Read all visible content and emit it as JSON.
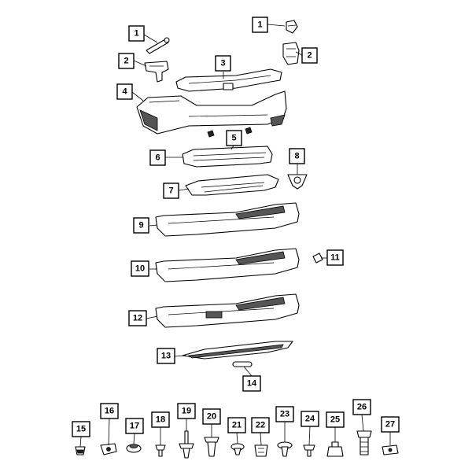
{
  "callouts": [
    {
      "id": "c1a",
      "label": "1"
    },
    {
      "id": "c1b",
      "label": "1"
    },
    {
      "id": "c2a",
      "label": "2"
    },
    {
      "id": "c2b",
      "label": "2"
    },
    {
      "id": "c3",
      "label": "3"
    },
    {
      "id": "c4",
      "label": "4"
    },
    {
      "id": "c5",
      "label": "5"
    },
    {
      "id": "c6",
      "label": "6"
    },
    {
      "id": "c7",
      "label": "7"
    },
    {
      "id": "c8",
      "label": "8"
    },
    {
      "id": "c9",
      "label": "9"
    },
    {
      "id": "c10",
      "label": "10"
    },
    {
      "id": "c11",
      "label": "11"
    },
    {
      "id": "c12",
      "label": "12"
    },
    {
      "id": "c13",
      "label": "13"
    },
    {
      "id": "c14",
      "label": "14"
    },
    {
      "id": "c15",
      "label": "15"
    },
    {
      "id": "c16",
      "label": "16"
    },
    {
      "id": "c17",
      "label": "17"
    },
    {
      "id": "c18",
      "label": "18"
    },
    {
      "id": "c19",
      "label": "19"
    },
    {
      "id": "c20",
      "label": "20"
    },
    {
      "id": "c21",
      "label": "21"
    },
    {
      "id": "c22",
      "label": "22"
    },
    {
      "id": "c23",
      "label": "23"
    },
    {
      "id": "c24",
      "label": "24"
    },
    {
      "id": "c25",
      "label": "25"
    },
    {
      "id": "c26",
      "label": "26"
    },
    {
      "id": "c27",
      "label": "27"
    }
  ]
}
